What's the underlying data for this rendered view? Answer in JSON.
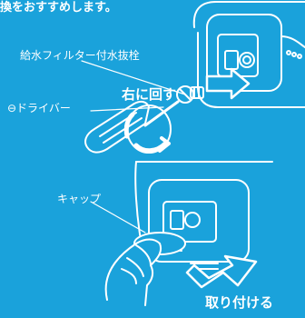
{
  "texts": {
    "top_partial": "換をおすすめします。",
    "filter_label": "給水フィルター付水抜栓",
    "driver_label": "⊖ドライバー",
    "turn_right": "右に回す",
    "cap_label": "キャップ",
    "attach": "取り付ける"
  },
  "colors": {
    "background": "#1aa2db",
    "line": "#ffffff"
  }
}
